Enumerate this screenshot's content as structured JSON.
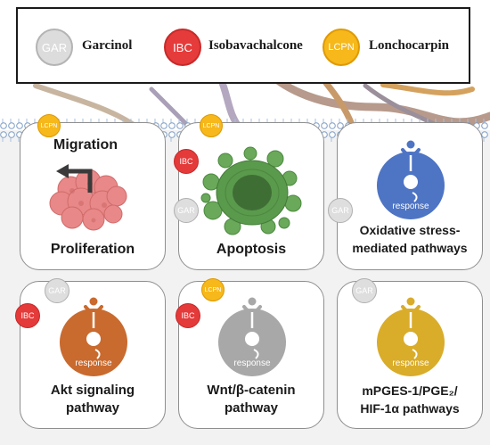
{
  "legend": {
    "items": [
      {
        "abbr": "GAR",
        "name": "Garcinol"
      },
      {
        "abbr": "IBC",
        "name": "Isobavachalcone"
      },
      {
        "abbr": "LCPN",
        "name": "Lonchocarpin"
      }
    ]
  },
  "cards": {
    "migration": {
      "title_top": "Migration",
      "title_bottom": "Proliferation"
    },
    "apoptosis": {
      "title": "Apoptosis"
    },
    "oxidative": {
      "line1": "Oxidative stress-",
      "line2": "mediated pathways"
    },
    "akt": {
      "line1": "Akt signaling",
      "line2": "pathway"
    },
    "wnt": {
      "line1": "Wnt/β-catenin",
      "line2": "pathway"
    },
    "mpges": {
      "line1": "mPGES-1/PGE₂/",
      "line2": "HIF-1α pathways"
    }
  },
  "receptor_label": "response",
  "colors": {
    "gar": "#dcdcdc",
    "ibc": "#e63b3b",
    "lcpn": "#f6b81a",
    "oxidative": "#4e74c4",
    "akt": "#c96a2e",
    "wnt": "#a8a8a8",
    "mpges": "#d9ac2a",
    "apoptosis": "#5a9a4c",
    "tumor": "#e88888"
  }
}
